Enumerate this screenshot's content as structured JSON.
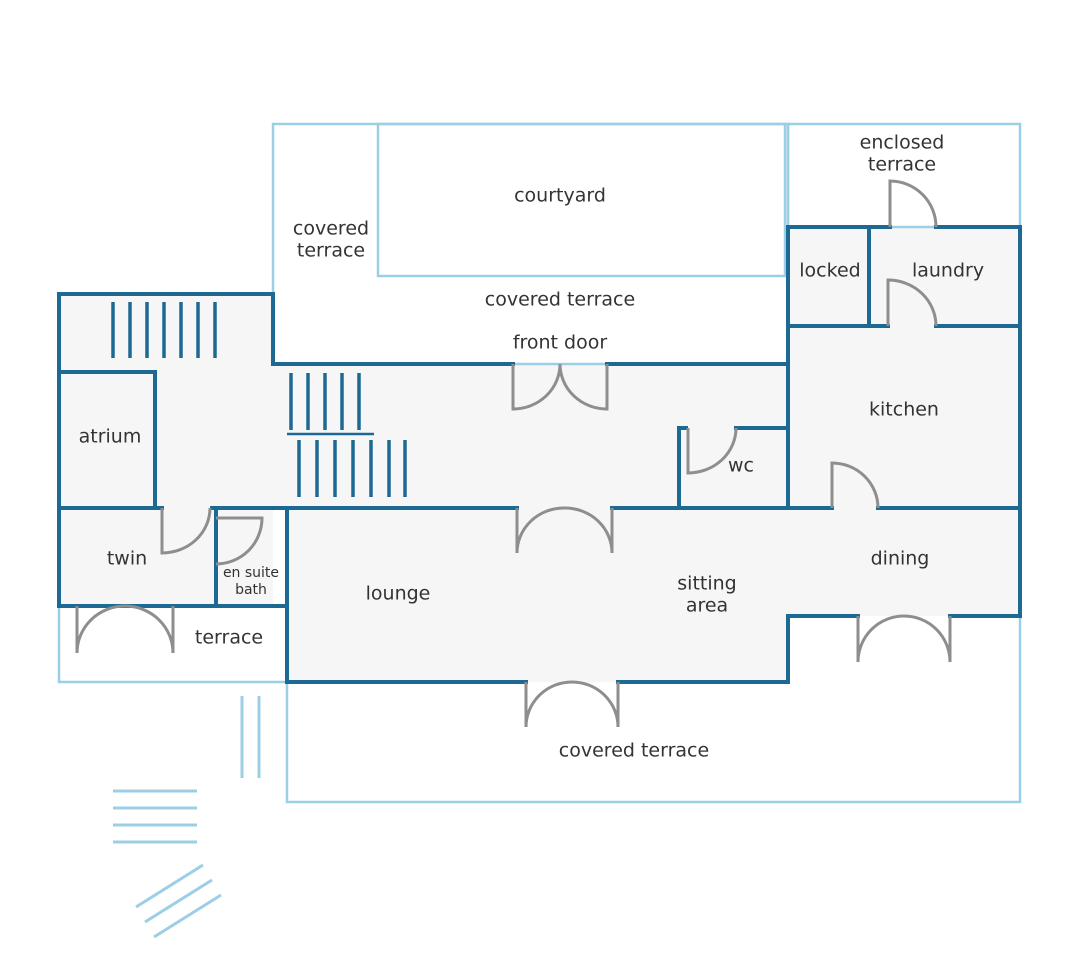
{
  "diagram": {
    "kind": "floor-plan",
    "colors": {
      "wall": "#1c6a93",
      "outline": "#9ccfe6",
      "room_fill": "#f6f6f7",
      "door": "#8e8e8e",
      "label": "#333333"
    },
    "labels": {
      "courtyard": "courtyard",
      "covered_terrace_left_1": "covered",
      "covered_terrace_left_2": "terrace",
      "covered_terrace_top": "covered terrace",
      "enclosed_terrace_1": "enclosed",
      "enclosed_terrace_2": "terrace",
      "locked": "locked",
      "laundry": "laundry",
      "front_door": "front door",
      "kitchen": "kitchen",
      "atrium": "atrium",
      "wc": "wc",
      "twin": "twin",
      "en_suite_1": "en suite",
      "en_suite_2": "bath",
      "lounge": "lounge",
      "sitting_area_1": "sitting",
      "sitting_area_2": "area",
      "dining": "dining",
      "terrace": "terrace",
      "covered_terrace_bottom": "covered terrace"
    }
  }
}
